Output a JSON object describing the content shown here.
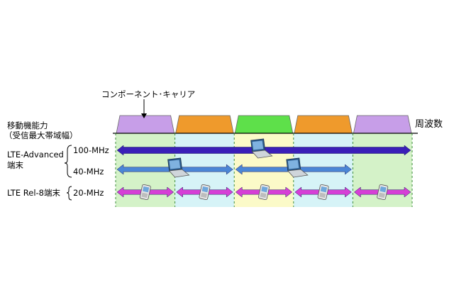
{
  "labels": {
    "component_carrier": "コンポーネント･キャリア",
    "frequency": "周波数",
    "mobile_capability_line1": "移動機能力",
    "mobile_capability_line2": "（受信最大帯域幅）",
    "lte_advanced_terminal_line1": "LTE-Advanced",
    "lte_advanced_terminal_line2": "端末",
    "bw_100": "100-MHz",
    "bw_40": "40-MHz",
    "lte_rel8_terminal": "LTE Rel-8端末",
    "bw_20": "20-MHz"
  },
  "diagram": {
    "carrier_count": 5,
    "carrier_colors": [
      "#c79ee8",
      "#ef9a2c",
      "#5ee04a",
      "#ef9a2c",
      "#c79ee8"
    ],
    "band_colors": [
      "#d4f2c8",
      "#d6f3f7",
      "#fbfac8",
      "#d6f3f7",
      "#d4f2c8"
    ],
    "arrow_colors": {
      "lte_advanced_100": "#3a1fb8",
      "lte_advanced_40": "#4b86d6",
      "rel8_20": "#d63fd6"
    },
    "rows": [
      {
        "id": "lte_advanced_100",
        "bandwidth_carriers": 5,
        "spans": [
          [
            0,
            5
          ]
        ]
      },
      {
        "id": "lte_advanced_40",
        "bandwidth_carriers": 2,
        "spans": [
          [
            0,
            2
          ],
          [
            2,
            4
          ]
        ]
      },
      {
        "id": "rel8_20",
        "bandwidth_carriers": 1,
        "spans": [
          [
            0,
            1
          ],
          [
            1,
            2
          ],
          [
            2,
            3
          ],
          [
            3,
            4
          ],
          [
            4,
            5
          ]
        ]
      }
    ],
    "icons": {
      "laptops": [
        {
          "row": "lte_advanced_100",
          "carrier": 2.4
        },
        {
          "row": "lte_advanced_40",
          "carrier": 1.0
        },
        {
          "row": "lte_advanced_40",
          "carrier": 3.0
        }
      ],
      "phones_per_carrier": 1
    }
  }
}
